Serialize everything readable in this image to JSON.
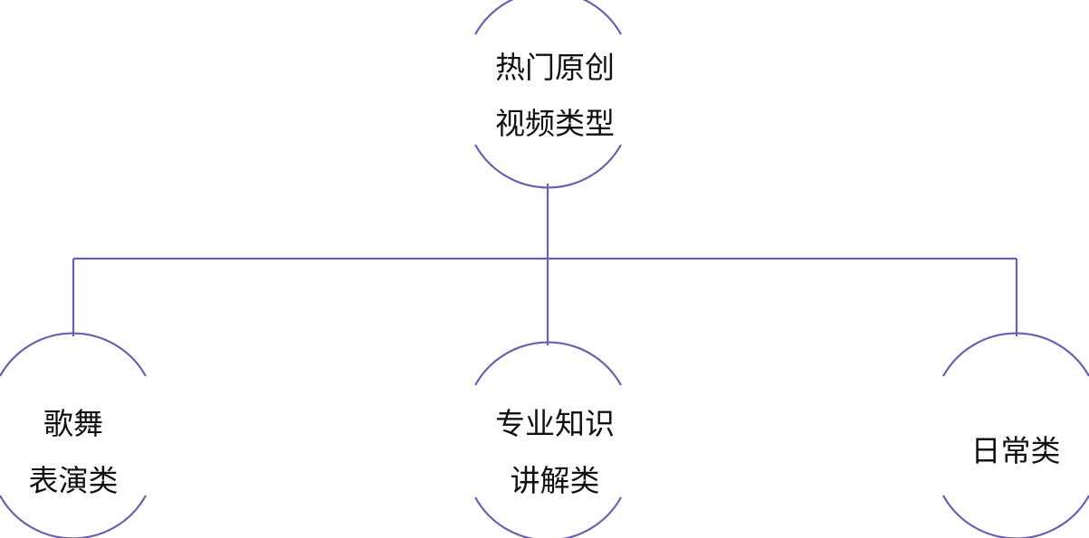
{
  "diagram": {
    "colors": {
      "line": "#6a5fb0",
      "text": "#111111",
      "background": "#ffffff"
    },
    "root": {
      "line1": "热门原创",
      "line2": "视频类型"
    },
    "children": [
      {
        "line1": "歌舞",
        "line2": "表演类"
      },
      {
        "line1": "专业知识",
        "line2": "讲解类"
      },
      {
        "line1": "日常类",
        "line2": ""
      }
    ]
  }
}
